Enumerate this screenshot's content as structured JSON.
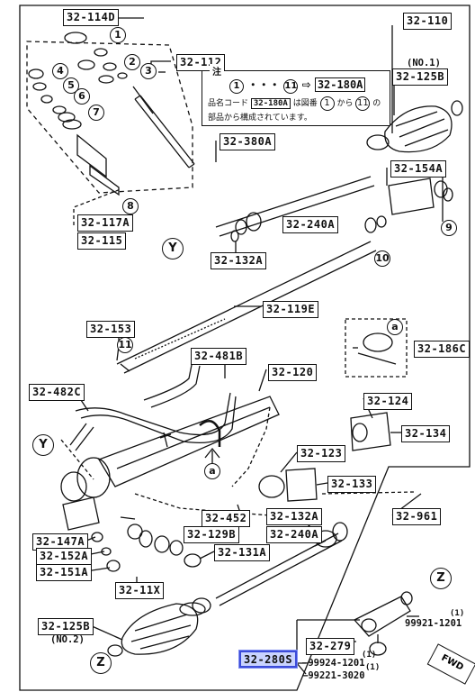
{
  "parts": {
    "p32_114D": "32-114D",
    "p32_110": "32-110",
    "p32_112": "32-112",
    "p32_180A": "32-180A",
    "p32_380A": "32-380A",
    "p32_125B_top": "32-125B",
    "no1": "(NO.1)",
    "p32_154A": "32-154A",
    "p32_240A_top": "32-240A",
    "p32_117A": "32-117A",
    "p32_115": "32-115",
    "p32_132A_top": "32-132A",
    "p32_119E": "32-119E",
    "p32_153": "32-153",
    "p32_186C": "32-186C",
    "p32_481B": "32-481B",
    "p32_120": "32-120",
    "p32_482C": "32-482C",
    "p32_124": "32-124",
    "p32_134": "32-134",
    "p32_123": "32-123",
    "p32_133": "32-133",
    "p32_452": "32-452",
    "p32_132A_bot": "32-132A",
    "p32_961": "32-961",
    "p32_147A": "32-147A",
    "p32_129B": "32-129B",
    "p32_240A_bot": "32-240A",
    "p32_152A": "32-152A",
    "p32_131A": "32-131A",
    "p32_151A": "32-151A",
    "p32_11X": "32-11X",
    "p32_125B_bot": "32-125B",
    "no2": "(NO.2)",
    "p32_279": "32-279",
    "p32_280S": "32-280S",
    "p99921_1201": "99921-1201",
    "qty_1201": "(1)",
    "p99924_1201": "99924-1201",
    "p99221_3020": "99221-3020",
    "qty_a": "(1)",
    "qty_b": "(1)"
  },
  "callouts": {
    "c1": "1",
    "c2": "2",
    "c3": "3",
    "c4": "4",
    "c5": "5",
    "c6": "6",
    "c7": "7",
    "c8": "8",
    "c9": "9",
    "c10": "10",
    "c11": "11",
    "Y": "Y",
    "Z": "Z",
    "a": "a"
  },
  "note": {
    "heading": "注",
    "range_start": "1",
    "dots": "・・・",
    "range_end": "11",
    "arrow": "⇨",
    "target": "32-180A",
    "line2_prefix": "品名コード",
    "line2_code": "32-180A",
    "line2_mid": "は図番",
    "line2_from": "1",
    "line2_kara": "から",
    "line2_to": "11",
    "line2_no": "の",
    "line3": "部品から構成されています。"
  },
  "fwd_label": "FWD",
  "colors": {
    "highlight_fill": "#c9d3ff",
    "highlight_border": "#3b4bd9",
    "ink": "#111111"
  }
}
